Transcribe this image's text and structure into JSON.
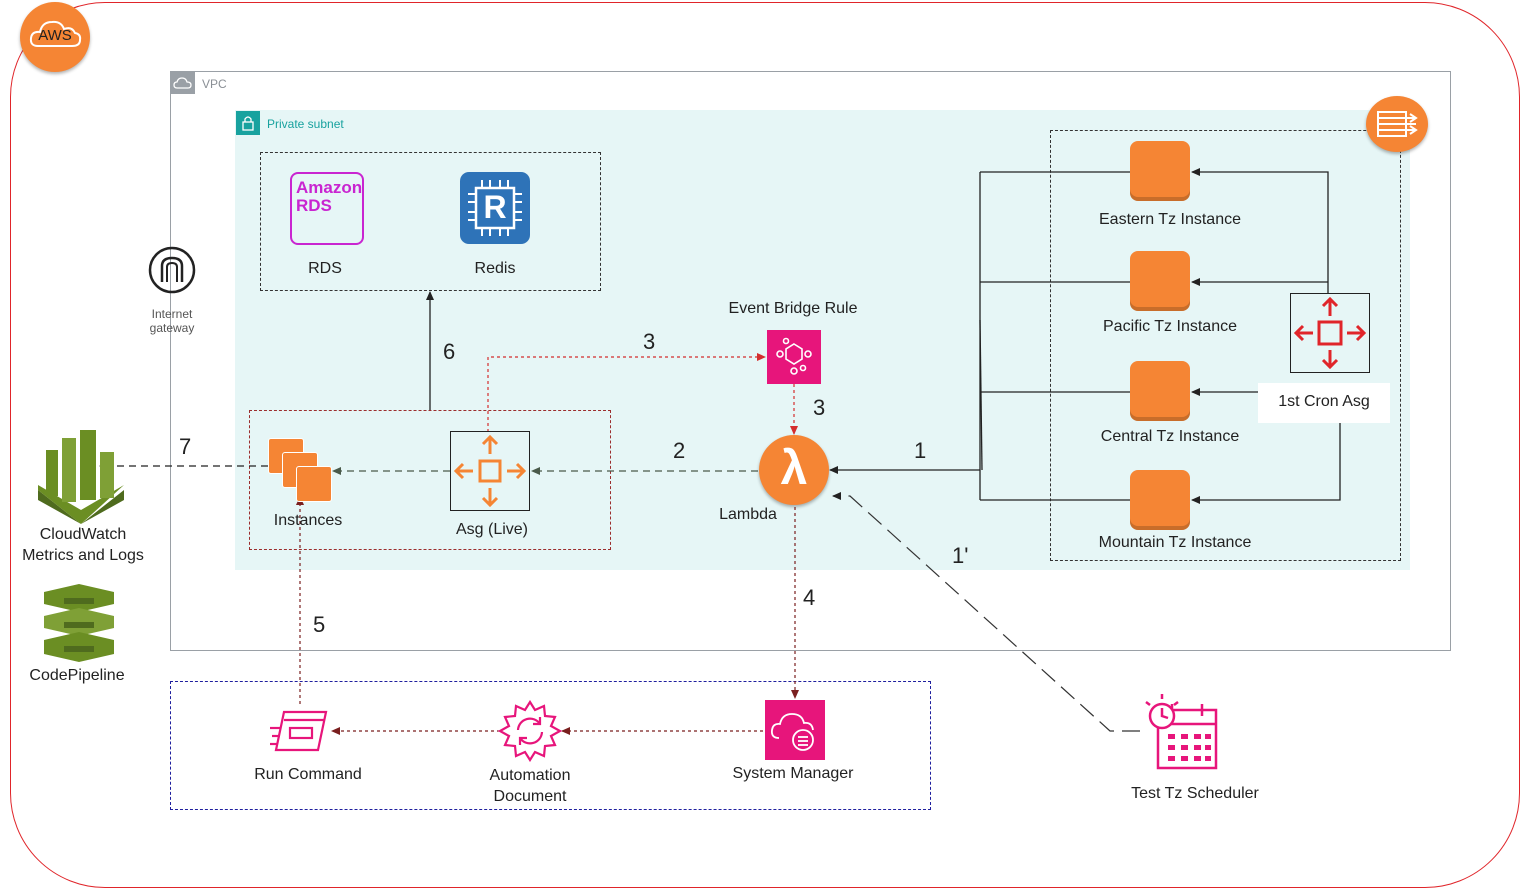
{
  "groups": {
    "aws_badge": "AWS",
    "vpc_label": "VPC",
    "subnet_label": "Private subnet"
  },
  "icons": {
    "rds_top": "Amazon",
    "rds_bottom": "RDS",
    "redis_letter": "R",
    "lambda_symbol": "λ"
  },
  "labels": {
    "rds": "RDS",
    "redis": "Redis",
    "internet_gateway_line1": "Internet",
    "internet_gateway_line2": "gateway",
    "event_bridge": "Event Bridge Rule",
    "lambda": "Lambda",
    "instances": "Instances",
    "asg_live": "Asg (Live)",
    "cloudwatch_line1": "CloudWatch",
    "cloudwatch_line2": "Metrics and Logs",
    "codepipeline": "CodePipeline",
    "eastern": "Eastern Tz Instance",
    "pacific": "Pacific Tz Instance",
    "central": "Central Tz Instance",
    "mountain": "Mountain Tz Instance",
    "cron_asg": "1st Cron Asg",
    "run_command": "Run Command",
    "automation_line1": "Automation",
    "automation_line2": "Document",
    "system_manager": "System Manager",
    "test_scheduler": "Test Tz Scheduler"
  },
  "steps": {
    "s1": "1",
    "s1p": "1'",
    "s2": "2",
    "s3a": "3",
    "s3b": "3",
    "s4": "4",
    "s5": "5",
    "s6": "6",
    "s7": "7"
  },
  "colors": {
    "aws_orange": "#F58534",
    "aws_red": "#E0252A",
    "pink": "#E7157B",
    "rds_purple": "#C925D1",
    "redis_blue": "#2E73B8",
    "subnet_bg": "#E6F6F6",
    "cloudwatch_green": "#6B8E23"
  }
}
